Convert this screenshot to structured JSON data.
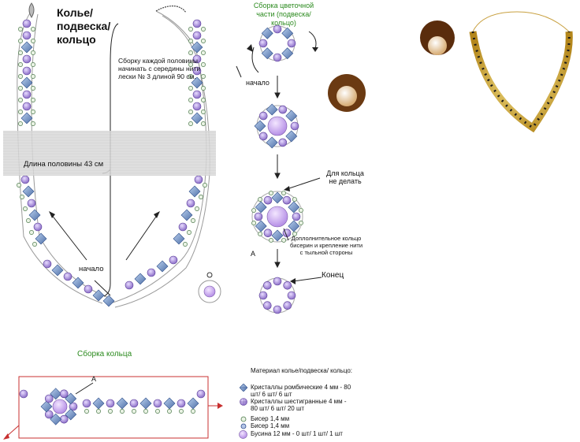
{
  "necklace": {
    "title": "Колье/ подвеска/ кольцо",
    "assembly_note": "Сборку каждой половины начинать с середины нити лески № 3 длиной 90 см.",
    "half_length": "Длина половины 43 см",
    "start_label": "начало"
  },
  "flower": {
    "title": "Сборка цветочной части (подвеска/ кольцо)",
    "start_label": "начало",
    "ring_note": "Для кольца не делать",
    "extra_ring_note": "Доплолнительное кольцо бисерин и крепление нити с тыльной стороны",
    "point_a": "A",
    "end_label": "Конец"
  },
  "ring": {
    "title": "Сборка кольца",
    "point_a": "A"
  },
  "legend": {
    "header": "Материал колье/подвеска/ кольцо:",
    "items": [
      {
        "icon": "rhombic-crystal-icon",
        "text": "Кристаллы ромбические 4 мм - 80 шт/ 6 шт/ 6 шт"
      },
      {
        "icon": "hexagonal-crystal-icon",
        "text": "Кристаллы шестигранные 4 мм - 80 шт/ 6 шт/ 20 шт"
      },
      {
        "icon": "seed-bead-icon",
        "text": "Бисер 1,4 мм"
      },
      {
        "icon": "seed-bead-dark-icon",
        "text": "Бисер 1,4 мм"
      },
      {
        "icon": "large-bead-icon",
        "text": "Бусина 12 мм - 0 шт/ 1 шт/ 1 шт"
      }
    ]
  },
  "colors": {
    "crystal_purple": "#9a7fd0",
    "crystal_blue": "#6f8fc8",
    "seed_bead": "#d9e9d0",
    "large_bead": "#c9a2ea",
    "arrow_red": "#d42020",
    "title_green": "#2b8a1e"
  }
}
